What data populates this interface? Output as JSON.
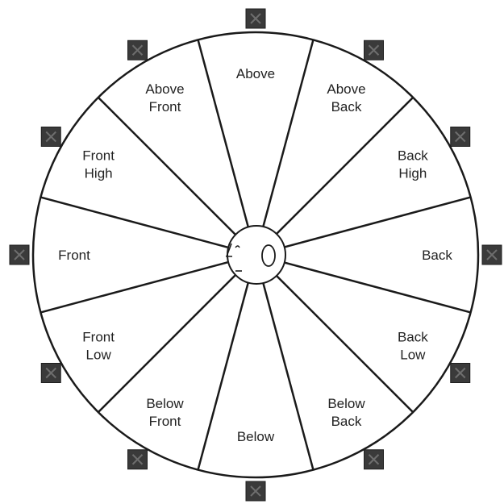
{
  "diagram": {
    "segments": [
      {
        "id": "above",
        "lines": [
          "Above"
        ]
      },
      {
        "id": "above-back",
        "lines": [
          "Above",
          "Back"
        ]
      },
      {
        "id": "back-high",
        "lines": [
          "Back",
          "High"
        ]
      },
      {
        "id": "back",
        "lines": [
          "Back"
        ]
      },
      {
        "id": "back-low",
        "lines": [
          "Back",
          "Low"
        ]
      },
      {
        "id": "below-back",
        "lines": [
          "Below",
          "Back"
        ]
      },
      {
        "id": "below",
        "lines": [
          "Below"
        ]
      },
      {
        "id": "below-front",
        "lines": [
          "Below",
          "Front"
        ]
      },
      {
        "id": "front-low",
        "lines": [
          "Front",
          "Low"
        ]
      },
      {
        "id": "front",
        "lines": [
          "Front"
        ]
      },
      {
        "id": "front-high",
        "lines": [
          "Front",
          "High"
        ]
      },
      {
        "id": "above-front",
        "lines": [
          "Above",
          "Front"
        ]
      }
    ],
    "speaker_markers": [
      {
        "id": "above",
        "icon": "speaker-box-icon"
      },
      {
        "id": "above-back",
        "icon": "speaker-box-icon"
      },
      {
        "id": "back-high",
        "icon": "speaker-box-icon"
      },
      {
        "id": "back",
        "icon": "speaker-box-icon"
      },
      {
        "id": "back-low",
        "icon": "speaker-box-icon"
      },
      {
        "id": "below-back",
        "icon": "speaker-box-icon"
      },
      {
        "id": "below",
        "icon": "speaker-box-icon"
      },
      {
        "id": "below-front",
        "icon": "speaker-box-icon"
      },
      {
        "id": "front-low",
        "icon": "speaker-box-icon"
      },
      {
        "id": "front",
        "icon": "speaker-box-icon"
      },
      {
        "id": "front-high",
        "icon": "speaker-box-icon"
      },
      {
        "id": "above-front",
        "icon": "speaker-box-icon"
      }
    ],
    "center_icon": "head-profile-icon",
    "colors": {
      "line": "#1a1a1a",
      "marker": "#3a3a3a",
      "background": "#ffffff"
    }
  }
}
